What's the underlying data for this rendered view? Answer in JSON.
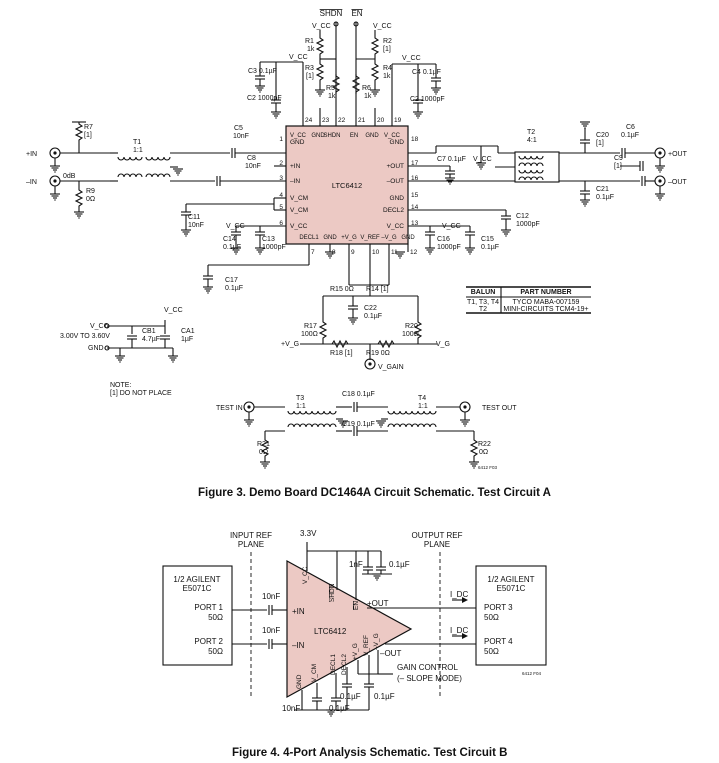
{
  "fig3": {
    "caption": "Figure 3. Demo Board DC1464A Circuit Schematic. Test Circuit A",
    "ic": {
      "name": "LTC6412",
      "pins_left": [
        "GND",
        "+IN",
        "–IN",
        "V_CM",
        "V_CM",
        "V_CC"
      ],
      "pins_right": [
        "GND",
        "+OUT",
        "–OUT",
        "GND",
        "DECL2",
        "V_CC"
      ],
      "pins_top": [
        "V_CC",
        "GND",
        "SHDN",
        "EN",
        "GND",
        "V_CC"
      ],
      "pins_bottom": [
        "DECL1",
        "GND",
        "+V_G",
        "V_REF",
        "–V_G",
        "GND"
      ],
      "num_left": [
        "1",
        "2",
        "3",
        "4",
        "5",
        "6"
      ],
      "num_right": [
        "18",
        "17",
        "16",
        "15",
        "14",
        "13"
      ],
      "num_top": [
        "24",
        "23",
        "22",
        "21",
        "20",
        "19"
      ],
      "num_bottom": [
        "7",
        "8",
        "9",
        "10",
        "11",
        "12"
      ]
    },
    "top_signals": {
      "shdn": "SHDN",
      "en": "EN"
    },
    "vcc": "V_CC",
    "resistors": {
      "r1": "R1",
      "r1v": "1k",
      "r2": "R2",
      "r2v": "[1]",
      "r3": "R3",
      "r3v": "[1]",
      "r4": "R4",
      "r4v": "1k",
      "r5": "R5",
      "r5v": "1k",
      "r6": "R6",
      "r6v": "1k",
      "r7": "R7",
      "r7v": "[1]",
      "r9": "R9",
      "r9v": "0Ω",
      "r15": "R15 0Ω",
      "r14": "R14 [1]",
      "r17": "R17",
      "r17v": "100Ω",
      "r20": "R20",
      "r20v": "100Ω",
      "r18": "R18 [1]",
      "r19": "R19 0Ω",
      "r21": "R21",
      "r21v": "0Ω",
      "r22": "R22",
      "r22v": "0Ω"
    },
    "caps": {
      "c3": "C3 0.1µF",
      "c2a": "C2 1000pF",
      "c4": "C4 0.1µF",
      "c2b": "C2 1000pF",
      "c5": "C5",
      "c5v": "10nF",
      "c8": "C8",
      "c8v": "10nF",
      "c7": "C7 0.1µF",
      "c11": "C11",
      "c11v": "10nF",
      "c14": "C14",
      "c14v": "0.1µF",
      "c13": "C13",
      "c13v": "1000pF",
      "c17": "C17",
      "c17v": "0.1µF",
      "c16": "C16",
      "c16v": "1000pF",
      "c15": "C15",
      "c15v": "0.1µF",
      "c12": "C12",
      "c12v": "1000pF",
      "c22": "C22",
      "c22v": "0.1µF",
      "c20": "C20",
      "c20v": "[1]",
      "c6": "C6",
      "c6v": "0.1µF",
      "c9": "C9",
      "c9v": "[1]",
      "c21": "C21",
      "c21v": "0.1µF",
      "c18": "C18 0.1µF",
      "c19": "C19 0.1µF",
      "cb1": "CB1",
      "cb1v": "4.7µF",
      "ca1": "CA1",
      "ca1v": "1µF"
    },
    "transformers": {
      "t1": "T1",
      "t1r": "1:1",
      "t2": "T2",
      "t2r": "4:1",
      "t3": "T3",
      "t3r": "1:1",
      "t4": "T4",
      "t4r": "1:1"
    },
    "ports": {
      "pin": "+IN",
      "nin": "–IN",
      "odb": "0dB",
      "pout": "+OUT",
      "nout": "–OUT",
      "test_in": "TEST IN",
      "test_out": "TEST OUT",
      "vgain": "V_GAIN",
      "pvg": "+V_G",
      "nvg": "–V_G"
    },
    "supply": {
      "vcc": "V_CC",
      "range": "3.00V TO 3.60V",
      "gnd": "GND"
    },
    "note": {
      "title": "NOTE:",
      "text": "[1] DO NOT PLACE"
    },
    "balun_table": {
      "headers": [
        "BALUN",
        "PART NUMBER"
      ],
      "rows": [
        [
          "T1, T3, T4",
          "TYCO MABA-007159"
        ],
        [
          "T2",
          "MINI-CIRCUITS TCM4-19+"
        ]
      ]
    },
    "fig_id": "6412 F03"
  },
  "fig4": {
    "caption": "Figure 4. 4-Port Analysis Schematic. Test Circuit B",
    "supply": "3.3V",
    "input_ref": [
      "INPUT REF",
      "PLANE"
    ],
    "output_ref": [
      "OUTPUT REF",
      "PLANE"
    ],
    "left_box": {
      "title": [
        "1/2 AGILENT",
        "E5071C"
      ],
      "port1": "PORT 1",
      "z1": "50Ω",
      "port2": "PORT 2",
      "z2": "50Ω"
    },
    "right_box": {
      "title": [
        "1/2 AGILENT",
        "E5071C"
      ],
      "port3": "PORT 3",
      "z3": "50Ω",
      "port4": "PORT 4",
      "z4": "50Ω"
    },
    "caps": {
      "c_in1": "10nF",
      "c_in2": "10nF",
      "c_1nf": "1nF",
      "c_top": "0.1µF",
      "c_bot1": "0.1µF",
      "c_bot2": "0.1µF",
      "c_bot3": "0.1µF",
      "c_bot4": "10nF"
    },
    "amp": {
      "name": "LTC6412",
      "pin": "+IN",
      "nin": "–IN",
      "pout": "+OUT",
      "nout": "–OUT",
      "vcc": "V_CC",
      "shdn": "SHDN",
      "en": "EN",
      "gnd": "GND",
      "vcm": "V_CM",
      "decl1": "DECL1",
      "decl2": "DECL2",
      "pvg": "+V_G",
      "vref": "V_REF",
      "nvg": "–V_G"
    },
    "idc": "I_DC",
    "gain_control": [
      "GAIN CONTROL",
      "(– SLOPE MODE)"
    ],
    "fig_id": "6412 F04"
  }
}
